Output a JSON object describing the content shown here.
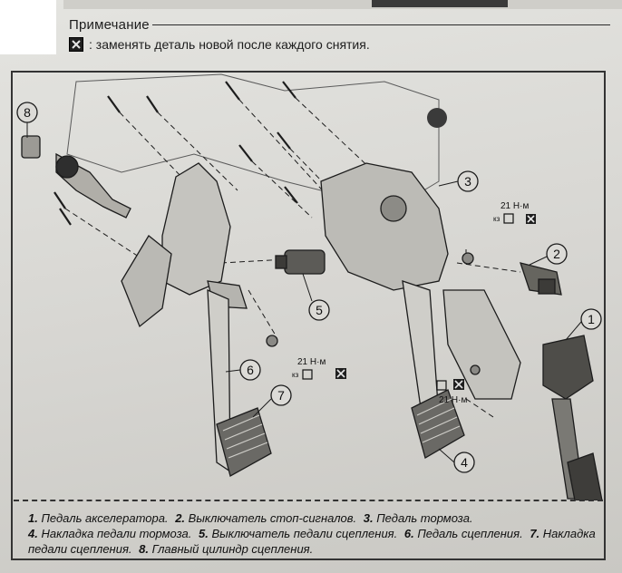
{
  "note": {
    "title": "Примечание",
    "text": ": заменять деталь новой после каждого снятия."
  },
  "callouts": [
    "8",
    "3",
    "2",
    "1",
    "5",
    "6",
    "7",
    "4"
  ],
  "torques": [
    "21 Н·м",
    "21 Н·м",
    "21 Н·м"
  ],
  "caption": [
    {
      "num": "1.",
      "text": "Педаль акселератора."
    },
    {
      "num": "2.",
      "text": "Выключатель стоп-сигналов."
    },
    {
      "num": "3.",
      "text": "Педаль тормоза."
    },
    {
      "num": "4.",
      "text": "Накладка педали тормоза."
    },
    {
      "num": "5.",
      "text": "Выключатель педали сцепления."
    },
    {
      "num": "6.",
      "text": "Педаль сцепления."
    },
    {
      "num": "7.",
      "text": "Накладка педали сцепления."
    },
    {
      "num": "8.",
      "text": "Главный цилиндр сцепления."
    }
  ],
  "colors": {
    "line": "#1c1c1c",
    "paper": "#dcdbd7"
  }
}
